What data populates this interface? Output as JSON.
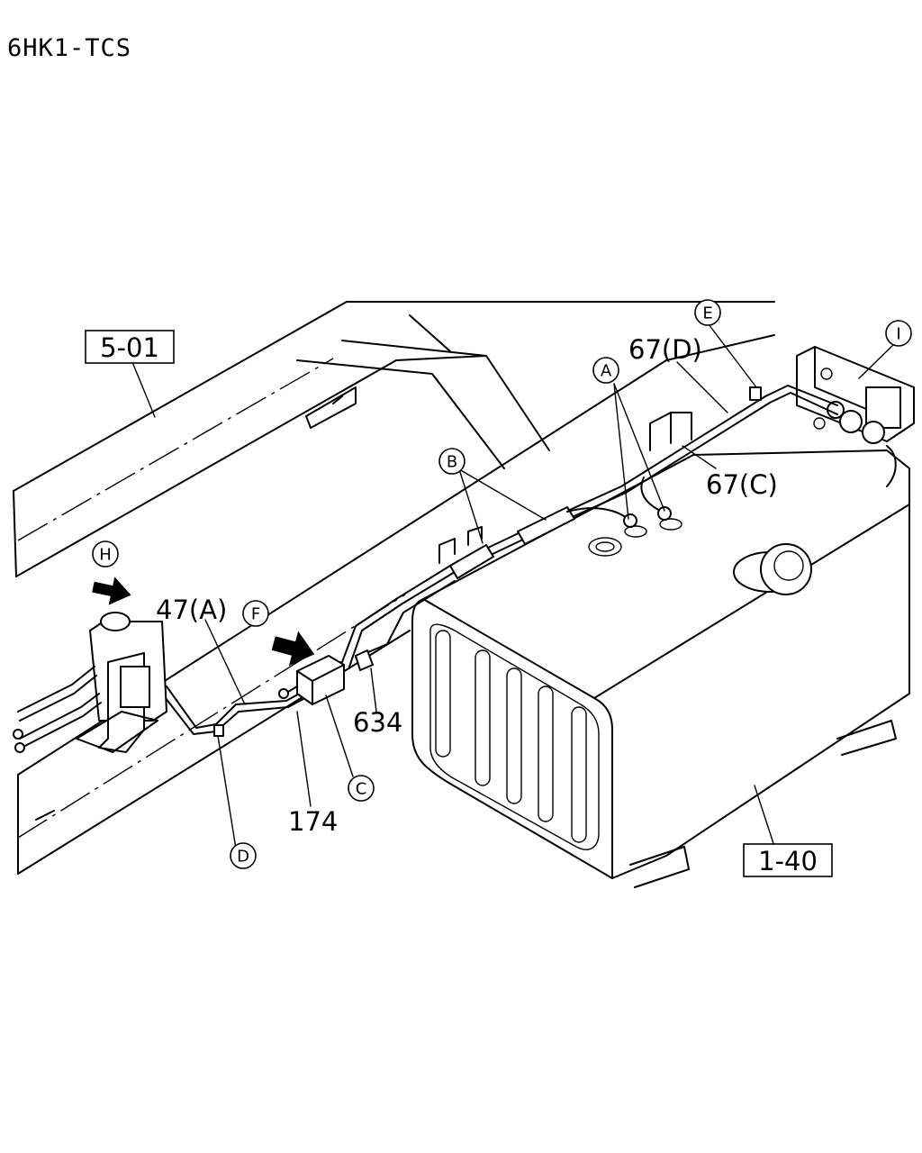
{
  "title": "6HK1-TCS",
  "refs": {
    "r1": "5-01",
    "r2": "1-40"
  },
  "parts": {
    "p67d": "67(D)",
    "p67c": "67(C)",
    "p47a": "47(A)",
    "p634": "634",
    "p174": "174"
  },
  "callouts": {
    "a": "A",
    "b": "B",
    "c": "C",
    "d": "D",
    "e": "E",
    "f": "F",
    "h": "H",
    "i": "I"
  },
  "colors": {
    "line": "#000000",
    "background": "#ffffff"
  }
}
